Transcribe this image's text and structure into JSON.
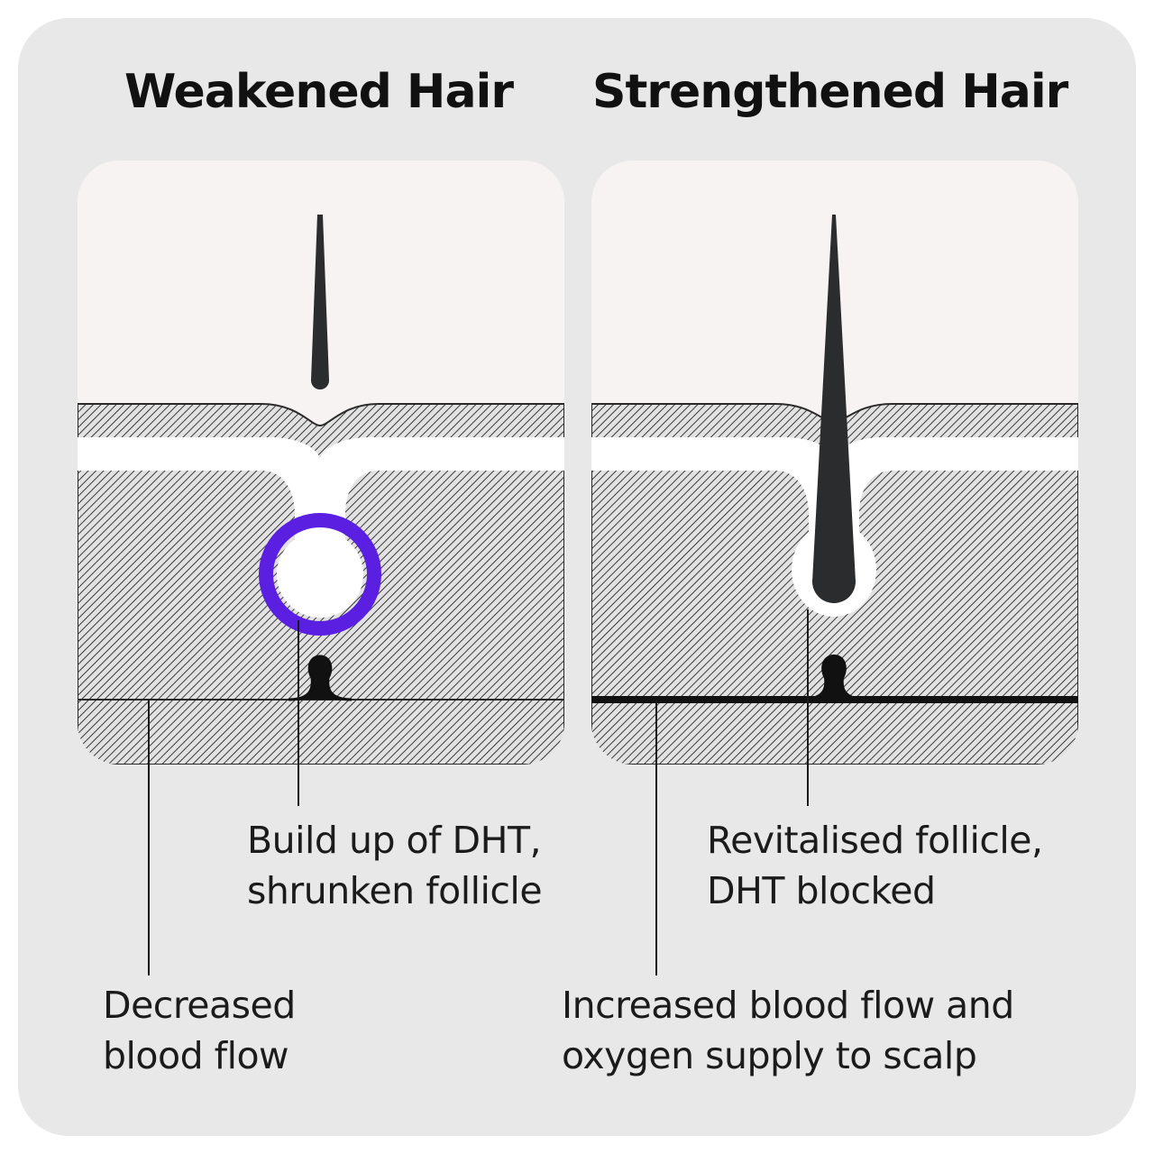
{
  "panels": {
    "left": {
      "title": "Weakened Hair"
    },
    "right": {
      "title": "Strengthened Hair"
    }
  },
  "labels": {
    "left_follicle": [
      "Build up of DHT,",
      "shrunken follicle"
    ],
    "left_blood": [
      "Decreased",
      "blood flow"
    ],
    "right_follicle": [
      "Revitalised follicle,",
      "DHT blocked"
    ],
    "right_blood": [
      "Increased blood flow and",
      "oxygen supply to scalp"
    ]
  },
  "colors": {
    "background": "#e8e8e8",
    "air": "#f8f3f3",
    "hair": "#2a2c2e",
    "dht_ring": "#5a1fe0",
    "layer": "#ffffff"
  }
}
